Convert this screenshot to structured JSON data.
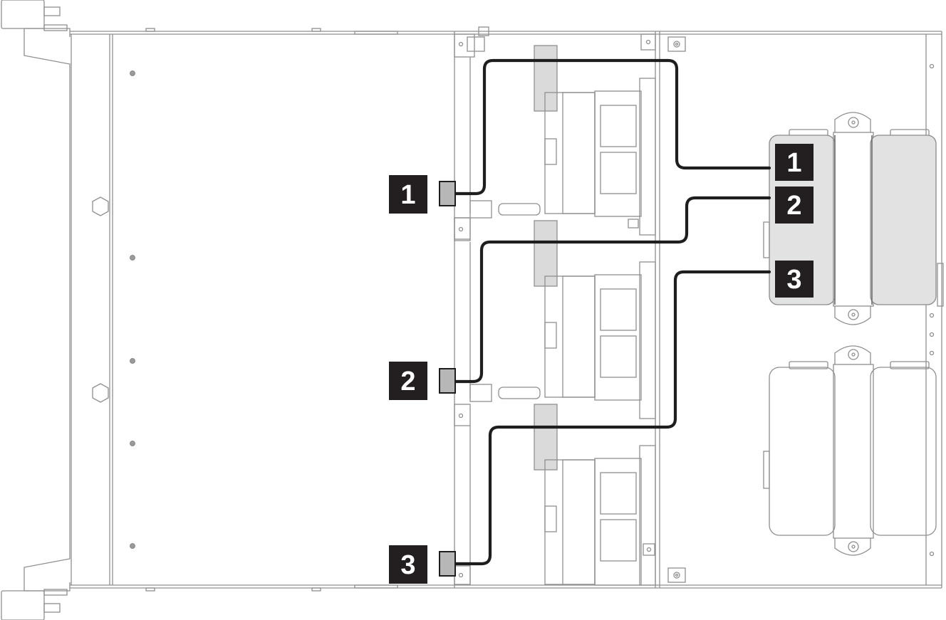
{
  "callouts": {
    "left": [
      {
        "label": "1"
      },
      {
        "label": "2"
      },
      {
        "label": "3"
      }
    ],
    "right": [
      {
        "label": "1"
      },
      {
        "label": "2"
      },
      {
        "label": "3"
      }
    ]
  },
  "colors": {
    "callout_fill": "#231f20",
    "callout_text": "#ffffff",
    "cable": "#1e1e1e",
    "connector": "#b7b7b7",
    "chassis_line": "#8f8f8f"
  }
}
